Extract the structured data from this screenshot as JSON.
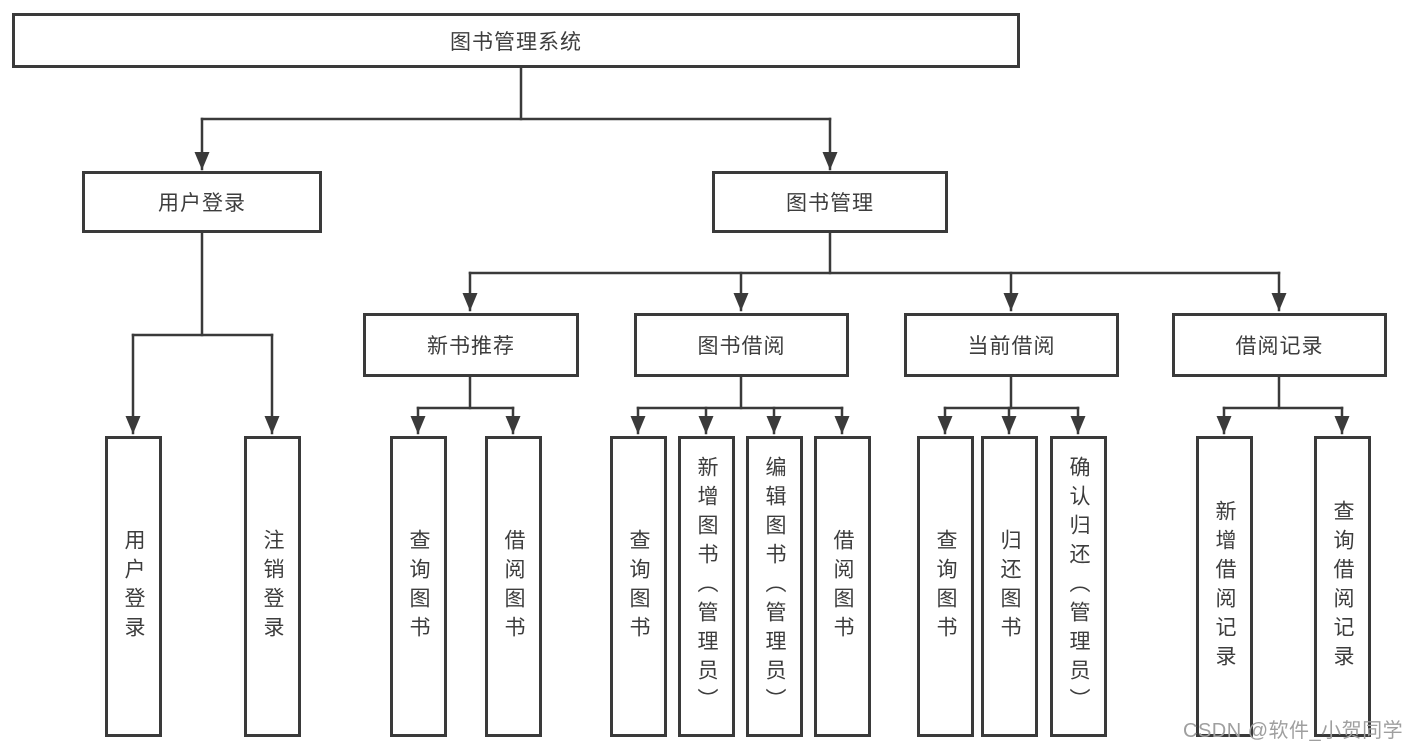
{
  "diagram": {
    "type": "org-tree",
    "title": "图书管理系统",
    "watermark": "CSDN @软件_小贺同学",
    "colors": {
      "line": "#3a3a3a",
      "box_border": "#3a3a3a",
      "box_fill": "#ffffff",
      "text": "#3d3d3d",
      "watermark": "#9f9f9f",
      "background": "#ffffff"
    },
    "tree": {
      "label": "图书管理系统",
      "children": [
        {
          "label": "用户登录",
          "children": [
            {
              "label": "用户登录"
            },
            {
              "label": "注销登录"
            }
          ]
        },
        {
          "label": "图书管理",
          "children": [
            {
              "label": "新书推荐",
              "children": [
                {
                  "label": "查询图书"
                },
                {
                  "label": "借阅图书"
                }
              ]
            },
            {
              "label": "图书借阅",
              "children": [
                {
                  "label": "查询图书"
                },
                {
                  "label": "新增图书（管理员）"
                },
                {
                  "label": "编辑图书（管理员）"
                },
                {
                  "label": "借阅图书"
                }
              ]
            },
            {
              "label": "当前借阅",
              "children": [
                {
                  "label": "查询图书"
                },
                {
                  "label": "归还图书"
                },
                {
                  "label": "确认归还（管理员）"
                }
              ]
            },
            {
              "label": "借阅记录",
              "children": [
                {
                  "label": "新增借阅记录"
                },
                {
                  "label": "查询借阅记录"
                }
              ]
            }
          ]
        }
      ]
    }
  }
}
